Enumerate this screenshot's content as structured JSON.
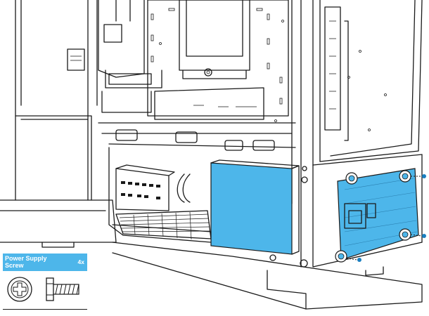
{
  "legend": {
    "title_line1": "Power Supply",
    "title_line2": "Screw",
    "quantity": "4x",
    "accent_color": "#4db6ea",
    "icons": [
      "screw-head-icon",
      "screw-side-icon"
    ]
  },
  "diagram": {
    "subject": "pc-case-power-supply-installation",
    "highlight_color": "#4db6ea",
    "screw_count": 4
  }
}
